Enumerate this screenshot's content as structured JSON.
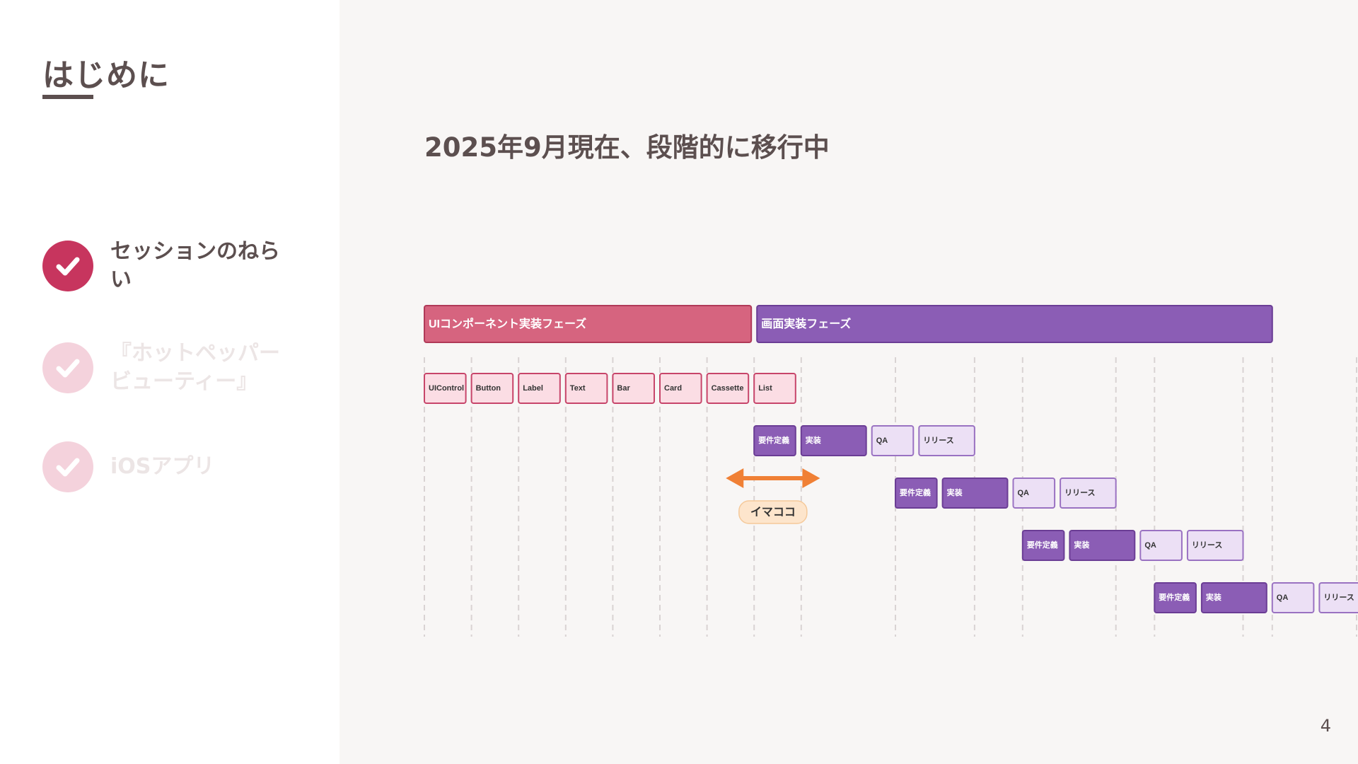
{
  "sidebar": {
    "title": "はじめに",
    "items": [
      {
        "label": "セッションのねらい",
        "state": "active"
      },
      {
        "label": "『ホットペッパービューティー』",
        "state": "inactive"
      },
      {
        "label": "iOSアプリ",
        "state": "inactive"
      }
    ]
  },
  "main": {
    "heading": "2025年9月現在、段階的に移行中",
    "page_number": "4"
  },
  "colors": {
    "text": "#5c4f4f",
    "check_active": "#c7355e",
    "check_inactive": "#f4d2dc",
    "label_inactive": "#ece5e5",
    "ui_phase": "#d6647f",
    "ui_phase_border": "#b03a58",
    "ui_box_fill": "#fbdde4",
    "ui_box_border": "#c7456a",
    "screen_phase": "#8b5db5",
    "screen_box_dark": "#8b5db5",
    "screen_box_dark_border": "#6b3d95",
    "screen_box_light": "#ece0f5",
    "screen_box_light_border": "#9a72c2",
    "arrow": "#f08035",
    "tag_fill": "#fde5cc",
    "tag_border": "#f5c99a",
    "gridline": "#d9d3d3"
  },
  "diagram": {
    "phases": [
      {
        "label": "UIコンポーネント実装フェーズ",
        "type": "ui",
        "start": 0,
        "end": 7
      },
      {
        "label": "画面実装フェーズ",
        "type": "screen",
        "start": 7,
        "end": 18
      }
    ],
    "components": [
      "UIControl",
      "Button",
      "Label",
      "Text",
      "Bar",
      "Card",
      "Cassette",
      "List"
    ],
    "screen_rows": [
      {
        "start": 7,
        "steps": [
          {
            "label": "要件定義",
            "span": 1,
            "style": "dark"
          },
          {
            "label": "実装",
            "span": 1.5,
            "style": "dark"
          },
          {
            "label": "QA",
            "span": 1,
            "style": "light"
          },
          {
            "label": "リリース",
            "span": 1.3,
            "style": "light"
          }
        ]
      },
      {
        "start": 10,
        "steps": [
          {
            "label": "要件定義",
            "span": 1,
            "style": "dark"
          },
          {
            "label": "実装",
            "span": 1.5,
            "style": "dark"
          },
          {
            "label": "QA",
            "span": 1,
            "style": "light"
          },
          {
            "label": "リリース",
            "span": 1.3,
            "style": "light"
          }
        ]
      },
      {
        "start": 12.7,
        "steps": [
          {
            "label": "要件定義",
            "span": 1,
            "style": "dark"
          },
          {
            "label": "実装",
            "span": 1.5,
            "style": "dark"
          },
          {
            "label": "QA",
            "span": 1,
            "style": "light"
          },
          {
            "label": "リリース",
            "span": 1.3,
            "style": "light"
          }
        ]
      },
      {
        "start": 15.5,
        "steps": [
          {
            "label": "要件定義",
            "span": 1,
            "style": "dark"
          },
          {
            "label": "実装",
            "span": 1.5,
            "style": "dark"
          },
          {
            "label": "QA",
            "span": 1,
            "style": "light"
          },
          {
            "label": "リリース",
            "span": 1.3,
            "style": "light"
          }
        ]
      }
    ],
    "current_marker": {
      "label": "イマココ",
      "from": 6.4,
      "to": 8.4
    }
  }
}
